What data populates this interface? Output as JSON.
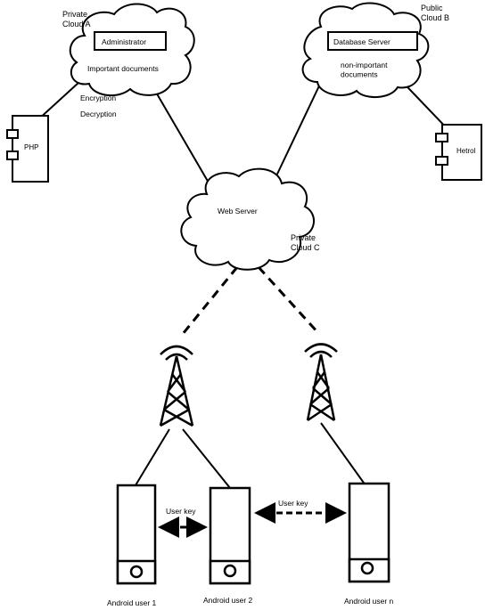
{
  "clouds": {
    "private_a": {
      "name": "Private\nCloud A",
      "box_label": "Administrator",
      "docs_label": "Important documents",
      "encryption_label": "Encryption",
      "decryption_label": "Decryption"
    },
    "public_b": {
      "name": "Public\nCloud B",
      "box_label": "Database Server",
      "docs_label": "non-important\ndocuments"
    },
    "private_c": {
      "name": "Private\nCloud C",
      "box_label": "Web Server"
    }
  },
  "components": {
    "left": "PHP",
    "right": "Hetrol"
  },
  "links": {
    "user_key_1": "User key",
    "user_key_2": "User key"
  },
  "devices": [
    {
      "label": "Android user 1"
    },
    {
      "label": "Android user 2"
    },
    {
      "label": "Android user n"
    }
  ]
}
